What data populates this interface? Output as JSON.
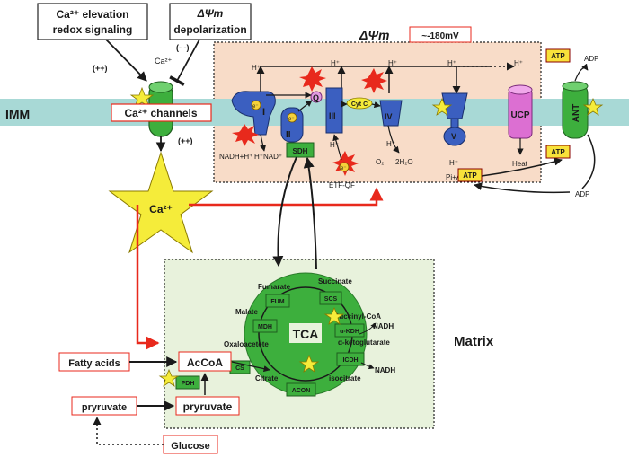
{
  "membrane": {
    "label": "IMM"
  },
  "regulation": {
    "ca_elevation_line1": "Ca²⁺ elevation",
    "ca_elevation_line2": "redox signaling",
    "depol_symbol": "ΔΨm",
    "depol_label": "depolarization",
    "plusplus": "(++)",
    "minusminus": "(- -)",
    "ca2_label": "Ca²⁺",
    "ca_channels": "Ca²⁺ channels",
    "plusplus_below": "(++)",
    "ca2_star": "Ca²⁺"
  },
  "potential": {
    "symbol": "ΔΨm",
    "value": "~-180mV"
  },
  "complexes": {
    "I": "I",
    "II": "II",
    "III": "III",
    "IV": "IV",
    "V": "V",
    "Q": "Q",
    "cytc": "Cyt C",
    "ucp": "UCP",
    "ant": "ANT",
    "sdh": "SDH",
    "etf": "ETF-QF",
    "e": "e⁻"
  },
  "labels": {
    "h": "H⁺",
    "nadh": "NADH+H⁺",
    "nad": "NAD⁺",
    "o2": "O₂",
    "h2o": "2H₂O",
    "pi_adp": "Pi+ADP",
    "heat": "Heat",
    "atp": "ATP",
    "adp": "ADP"
  },
  "tca": {
    "center": "TCA",
    "fumarate": "Fumarate",
    "succinate": "Succinate",
    "malate": "Malate",
    "succinyl_coa": "Succinyl-CoA",
    "oxaloacetate": "Oxaloacetete",
    "nadh": "NADH",
    "a_ketoglutarate": "α-ketoglutarate",
    "citrate": "Citrate",
    "isocitrate": "isocitrate",
    "fum": "FUM",
    "mdh": "MDH",
    "scs": "SCS",
    "akdh": "α-KDH",
    "icdh": "ICDH",
    "cs": "CS",
    "acon": "ACON"
  },
  "matrix": {
    "label": "Matrix",
    "fatty_acids": "Fatty acids",
    "accoa": "AcCoA",
    "pdh": "PDH",
    "pryruvate_outer": "pryruvate",
    "pryruvate_inner": "pryruvate",
    "glucose": "Glucose"
  },
  "colors": {
    "membrane": "#a8d9d6",
    "etc_bg": "#f8dcc8",
    "matrix_bg": "#e8f2dc",
    "complex_blue": "#3b5fc0",
    "green": "#3daf3d",
    "yellow_star": "#f5ec3a",
    "red_arrow": "#e8291c",
    "ucp": "#dc6fd2",
    "atp_box": "#f8e23a"
  }
}
